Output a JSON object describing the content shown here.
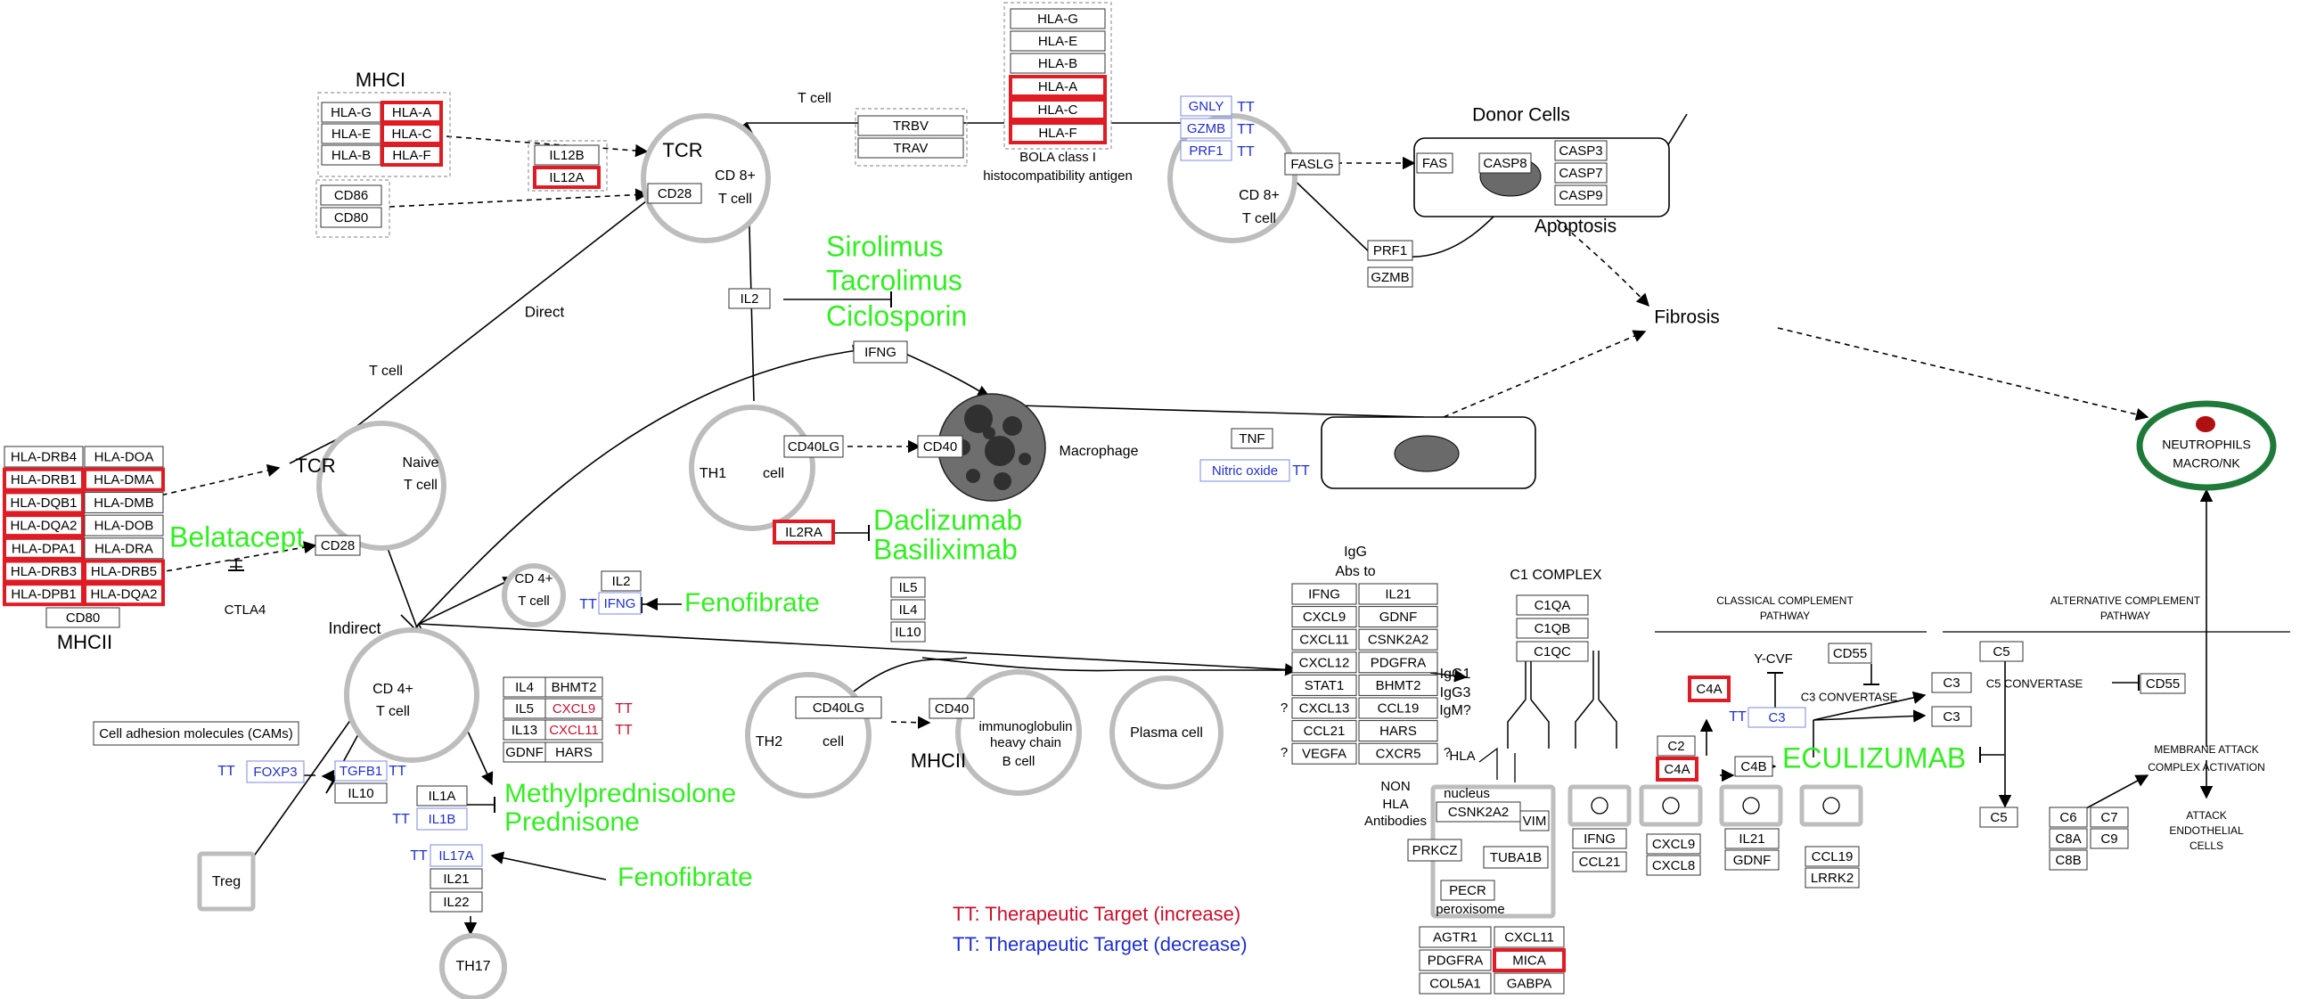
{
  "colors": {
    "black": "#000000",
    "gray": "#bdbdbd",
    "red": "#e01b24",
    "blue": "#1f2fcf",
    "green": "#33ee22",
    "darkgreen": "#1f7a3a",
    "tt_red": "#c8102e"
  },
  "labels": {
    "mhci": "MHCI",
    "mhcii": "MHCII",
    "mhcii_b": "MHCII",
    "tcr_top": "TCR",
    "tcr_left": "TCR",
    "tcell_top": "T cell",
    "tcell_left": "T cell",
    "direct": "Direct",
    "indirect": "Indirect",
    "donor_cells": "Donor Cells",
    "apoptosis": "Apoptosis",
    "fibrosis": "Fibrosis",
    "macrophage": "Macrophage",
    "bola": "BOLA class I",
    "histo": "histocompatibility antigen",
    "igg": "IgG",
    "abs_to": "Abs to",
    "c1complex": "C1 COMPLEX",
    "classical1": "CLASSICAL COMPLEMENT",
    "classical2": "PATHWAY",
    "alternative1": "ALTERNATIVE COMPLEMENT",
    "alternative2": "PATHWAY",
    "ctla4": "CTLA4",
    "ycvf": "Y-CVF",
    "c3conv": "C3 CONVERTASE",
    "c5conv": "C5 CONVERTASE",
    "mac1": "MEMBRANE ATTACK",
    "mac2": "COMPLEX ACTIVATION",
    "attack1": "ATTACK",
    "attack2": "ENDOTHELIAL",
    "attack3": "CELLS",
    "igg1": "IgG1",
    "igg3": "IgG3",
    "igm": "IgM?",
    "hla": "HLA",
    "non": "NON",
    "nonhla": "HLA",
    "antibodies": "Antibodies",
    "nucleus": "nucleus",
    "peroxisome": "peroxisome",
    "q1": "?",
    "q2": "?",
    "q3": "?",
    "legend_inc": "TT: Therapeutic Target (increase)",
    "legend_dec": "TT: Therapeutic Target (decrease)"
  },
  "cells": {
    "cd8a_1": "CD 8+",
    "cd8a_2": "T cell",
    "cd8b_1": "CD 8+",
    "cd8b_2": "T cell",
    "naive_1": "Naive",
    "naive_2": "T cell",
    "th1_1": "TH1",
    "th1_2": "cell",
    "cd4s_1": "CD 4+",
    "cd4s_2": "T cell",
    "cd4b_1": "CD 4+",
    "cd4b_2": "T cell",
    "th2_1": "TH2",
    "th2_2": "cell",
    "bcell_1": "immunoglobulin",
    "bcell_2": "heavy chain",
    "bcell_3": "B cell",
    "plasma": "Plasma cell",
    "th17": "TH17",
    "treg": "Treg",
    "neutro_1": "NEUTROPHILS",
    "neutro_2": "MACRO/NK"
  },
  "drugs": {
    "sirolimus": "Sirolimus",
    "tacrolimus": "Tacrolimus",
    "ciclosporin": "Ciclosporin",
    "daclizumab": "Daclizumab",
    "basiliximab": "Basiliximab",
    "belatacept": "Belatacept",
    "fenofibrate1": "Fenofibrate",
    "fenofibrate2": "Fenofibrate",
    "methylpred": "Methylprednisolone",
    "prednisone": "Prednisone",
    "eculizumab": "ECULIZUMAB"
  },
  "tt": {
    "tt_gnly": "TT",
    "tt_gzmb": "TT",
    "tt_prf1": "TT",
    "tt_no": "TT",
    "tt_ifng": "TT",
    "tt_foxp3": "TT",
    "tt_tgfb1": "TT",
    "tt_il1b": "TT",
    "tt_il17a": "TT",
    "tt_cxcl9": "TT",
    "tt_cxcl11": "TT",
    "tt_c3": "TT"
  },
  "genes": {
    "hla_g1": "HLA-G",
    "hla_a1": "HLA-A",
    "hla_e1": "HLA-E",
    "hla_c1": "HLA-C",
    "hla_b1": "HLA-B",
    "hla_f1": "HLA-F",
    "cd86": "CD86",
    "cd80a": "CD80",
    "il12b": "IL12B",
    "il12a": "IL12A",
    "cd28a": "CD28",
    "cd28b": "CD28",
    "trbv": "TRBV",
    "trav": "TRAV",
    "hla_g2": "HLA-G",
    "hla_e2": "HLA-E",
    "hla_b2": "HLA-B",
    "hla_a2": "HLA-A",
    "hla_c2": "HLA-C",
    "hla_f2": "HLA-F",
    "gnly": "GNLY",
    "gzmb1": "GZMB",
    "prf1a": "PRF1",
    "faslg": "FASLG",
    "fas": "FAS",
    "casp8": "CASP8",
    "casp3": "CASP3",
    "casp7": "CASP7",
    "casp9": "CASP9",
    "prf1b": "PRF1",
    "gzmb2": "GZMB",
    "il2a": "IL2",
    "ifng1": "IFNG",
    "cd40lg1": "CD40LG",
    "cd40a": "CD40",
    "tnf": "TNF",
    "nitric": "Nitric oxide",
    "il2ra": "IL2RA",
    "drb4": "HLA-DRB4",
    "doa": "HLA-DOA",
    "drb1": "HLA-DRB1",
    "dma": "HLA-DMA",
    "dqb1": "HLA-DQB1",
    "dmb": "HLA-DMB",
    "dqa2": "HLA-DQA2",
    "dob": "HLA-DOB",
    "dpa1": "HLA-DPA1",
    "dra": "HLA-DRA",
    "drb3": "HLA-DRB3",
    "drb5": "HLA-DRB5",
    "dpb1": "HLA-DPB1",
    "dqa2b": "HLA-DQA2",
    "cd80b": "CD80",
    "il2b": "IL2",
    "ifng2": "IFNG",
    "il5a": "IL5",
    "il4a": "IL4",
    "il10a": "IL10",
    "il4b": "IL4",
    "bhmt2a": "BHMT2",
    "il5b": "IL5",
    "cxcl9a": "CXCL9",
    "il13": "IL13",
    "cxcl11a": "CXCL11",
    "gdnf1": "GDNF",
    "hars1": "HARS",
    "cams": "Cell adhesion molecules (CAMs)",
    "foxp3": "FOXP3",
    "tgfb1": "TGFB1",
    "il10b": "IL10",
    "il1a": "IL1A",
    "il1b": "IL1B",
    "il17a": "IL17A",
    "il21a": "IL21",
    "il22": "IL22",
    "cd40lg2": "CD40LG",
    "cd40b": "CD40",
    "ig_ifng": "IFNG",
    "ig_il21": "IL21",
    "ig_cxcl9": "CXCL9",
    "ig_gdnf": "GDNF",
    "ig_cxcl11": "CXCL11",
    "ig_csnk": "CSNK2A2",
    "ig_cxcl12": "CXCL12",
    "ig_pdgfra": "PDGFRA",
    "ig_stat1": "STAT1",
    "ig_bhmt2": "BHMT2",
    "ig_cxcl13": "CXCL13",
    "ig_ccl19": "CCL19",
    "ig_ccl21": "CCL21",
    "ig_hars": "HARS",
    "ig_vegfa": "VEGFA",
    "ig_cxcr5": "CXCR5",
    "c1qa": "C1QA",
    "c1qb": "C1QB",
    "c1qc": "C1QC",
    "csnk2a2b": "CSNK2A2",
    "vim": "VIM",
    "prkcz": "PRKCZ",
    "tuba1b": "TUBA1B",
    "pecr": "PECR",
    "agtr1": "AGTR1",
    "cxcl11b": "CXCL11",
    "pdgfrab": "PDGFRA",
    "mica": "MICA",
    "col5a1": "COL5A1",
    "gabpa": "GABPA",
    "s_ifng": "IFNG",
    "s_ccl21": "CCL21",
    "s_cxcl9": "CXCL9",
    "s_cxcl8": "CXCL8",
    "s_il21": "IL21",
    "s_gdnf": "GDNF",
    "s_ccl19": "CCL19",
    "s_lrrk2": "LRRK2",
    "c4a1": "C4A",
    "c2": "C2",
    "c4a2": "C4A",
    "c4b": "C4B",
    "c3a": "C3",
    "c55a": "CD55",
    "c3b": "C3",
    "c3c": "C3",
    "c5a": "C5",
    "cd55b": "CD55",
    "c5b": "C5",
    "c6": "C6",
    "c7": "C7",
    "c8a": "C8A",
    "c9": "C9",
    "c8b": "C8B"
  }
}
